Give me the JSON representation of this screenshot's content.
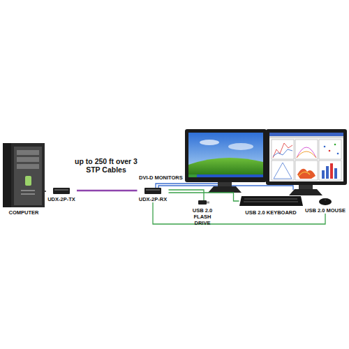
{
  "diagram": {
    "nodes": [
      {
        "text": [
          "COMPUTER"
        ]
      },
      {
        "text": [
          "UDX-2P-TX"
        ]
      },
      {
        "text": [
          "UDX-2P-RX"
        ]
      },
      {
        "text": [
          "USB 2.0 FLASH DRIVE"
        ]
      },
      {
        "text": [
          "USB 2.0 KEYBOARD"
        ]
      },
      {
        "text": [
          "USB 2.0 MOUSE"
        ]
      }
    ],
    "edges": [
      {
        "from": 0,
        "to": 1,
        "arrow": "none"
      },
      {
        "from": 1,
        "to": 2,
        "label": "up to 250 ft over 3 STP Cables",
        "arrow": "none"
      },
      {
        "from": 2,
        "to": 3,
        "arrow": "none"
      },
      {
        "from": 2,
        "to": 4,
        "arrow": "none"
      },
      {
        "from": 2,
        "to": 5,
        "arrow": "none"
      }
    ],
    "labels": [
      "DVI-D MONITORS"
    ]
  }
}
